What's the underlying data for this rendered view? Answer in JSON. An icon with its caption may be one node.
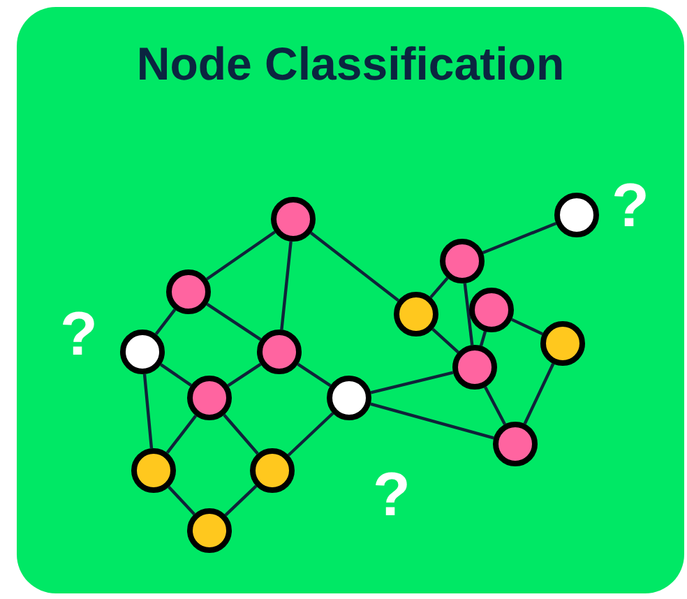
{
  "diagram": {
    "title": "Node Classification",
    "nodes": [
      {
        "text": [],
        "shape": "circle"
      },
      {
        "text": [],
        "shape": "circle"
      },
      {
        "text": [],
        "shape": "circle"
      },
      {
        "text": [],
        "shape": "circle"
      },
      {
        "text": [],
        "shape": "circle"
      },
      {
        "text": [],
        "shape": "circle"
      },
      {
        "text": [],
        "shape": "circle"
      },
      {
        "text": [],
        "shape": "circle"
      },
      {
        "text": [],
        "shape": "circle"
      },
      {
        "text": [],
        "shape": "circle"
      },
      {
        "text": [],
        "shape": "circle"
      },
      {
        "text": [],
        "shape": "circle"
      },
      {
        "text": [],
        "shape": "circle"
      },
      {
        "text": [],
        "shape": "circle"
      },
      {
        "text": [],
        "shape": "circle"
      },
      {
        "text": [],
        "shape": "circle"
      }
    ],
    "edges": [
      {
        "from": 0,
        "to": 1,
        "arrow": "none"
      },
      {
        "from": 0,
        "to": 3,
        "arrow": "none"
      },
      {
        "from": 0,
        "to": 11,
        "arrow": "none"
      },
      {
        "from": 1,
        "to": 2,
        "arrow": "none"
      },
      {
        "from": 1,
        "to": 3,
        "arrow": "none"
      },
      {
        "from": 2,
        "to": 4,
        "arrow": "none"
      },
      {
        "from": 2,
        "to": 6,
        "arrow": "none"
      },
      {
        "from": 3,
        "to": 4,
        "arrow": "none"
      },
      {
        "from": 3,
        "to": 5,
        "arrow": "none"
      },
      {
        "from": 4,
        "to": 6,
        "arrow": "none"
      },
      {
        "from": 4,
        "to": 7,
        "arrow": "none"
      },
      {
        "from": 6,
        "to": 8,
        "arrow": "none"
      },
      {
        "from": 7,
        "to": 8,
        "arrow": "none"
      },
      {
        "from": 5,
        "to": 7,
        "arrow": "none"
      },
      {
        "from": 5,
        "to": 14,
        "arrow": "none"
      },
      {
        "from": 5,
        "to": 15,
        "arrow": "none"
      },
      {
        "from": 9,
        "to": 10,
        "arrow": "none"
      },
      {
        "from": 10,
        "to": 11,
        "arrow": "none"
      },
      {
        "from": 10,
        "to": 14,
        "arrow": "none"
      },
      {
        "from": 11,
        "to": 14,
        "arrow": "none"
      },
      {
        "from": 12,
        "to": 13,
        "arrow": "none"
      },
      {
        "from": 12,
        "to": 14,
        "arrow": "none"
      },
      {
        "from": 14,
        "to": 15,
        "arrow": "none"
      },
      {
        "from": 13,
        "to": 15,
        "arrow": "none"
      }
    ],
    "labels": [
      "?",
      "?",
      "?"
    ]
  }
}
